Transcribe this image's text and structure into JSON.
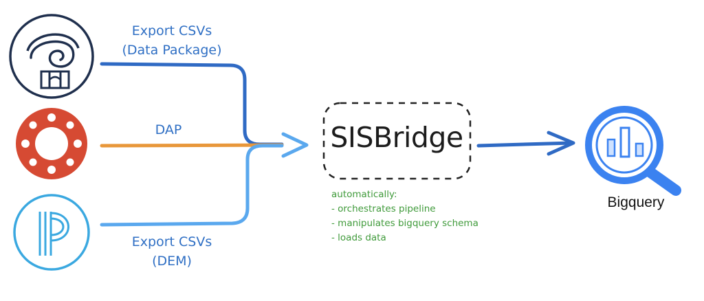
{
  "sources": {
    "top_label": [
      "Export CSVs",
      "(Data Package)"
    ],
    "middle_label": "DAP",
    "bottom_label": [
      "Export CSVs",
      "(DEM)"
    ]
  },
  "sisbridge": {
    "title": "SISBridge",
    "notes": [
      "automatically:",
      "- orchestrates pipeline",
      "- manipulates bigquery schema",
      "- loads data"
    ]
  },
  "bigquery": {
    "label": "Bigquery"
  },
  "icons": {
    "top_source": "building-spiral-logo-icon",
    "middle_source": "canvas-logo-icon",
    "bottom_source": "powerschool-logo-icon",
    "destination": "bigquery-magnifier-icon"
  },
  "colors": {
    "label_blue": "#2f6fc4",
    "line_dark_blue": "#2f6ac4",
    "line_orange": "#e8973a",
    "line_light_blue": "#5aa8ee",
    "notes_green": "#3f9a3a",
    "canvas_red": "#d64a33",
    "logo_navy": "#1f2f4d",
    "powerschool_blue": "#3aa8e0",
    "bigquery_blue": "#3b82f0"
  }
}
